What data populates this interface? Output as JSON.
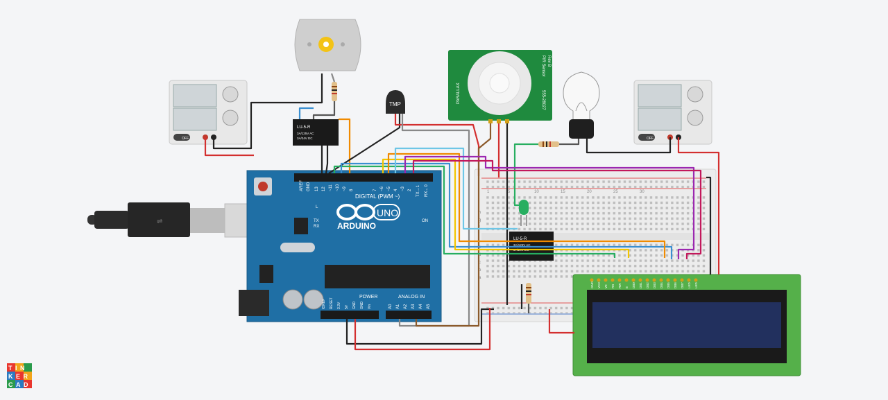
{
  "logo": {
    "line1": "TIN",
    "line2": "KER",
    "line3": "CAD"
  },
  "psu_left": {
    "off_label": "OFF"
  },
  "psu_right": {
    "off_label": "OFF"
  },
  "relay_top": {
    "title": "LU-5-R",
    "line1": "3A/125V AC",
    "line2": "3A/24V DC"
  },
  "relay_board": {
    "title": "LU-5-R",
    "line1": "3A/125V AC",
    "line2": "3A/24V DC"
  },
  "temp_sensor": {
    "label": "TMP"
  },
  "pir": {
    "side_left": "PARALLAX",
    "side_right_a": "PIR Sensor",
    "side_right_b": "Rev B",
    "part": "555-28027"
  },
  "arduino": {
    "brand": "ARDUINO",
    "model": "UNO",
    "digital_label": "DIGITAL (PWM ~)",
    "power_label": "POWER",
    "analog_label": "ANALOG IN",
    "on_label": "ON",
    "led_l": "L",
    "led_tx": "TX",
    "led_rx": "RX",
    "digital_pins": [
      "AREF",
      "GND",
      "13",
      "12",
      "~11",
      "~10",
      "~9",
      "8",
      "7",
      "~6",
      "~5",
      "4",
      "~3",
      "2",
      "TX→1",
      "RX←0"
    ],
    "power_pins": [
      "IOREF",
      "RESET",
      "3.3V",
      "5V",
      "GND",
      "GND",
      "Vin"
    ],
    "analog_pins": [
      "A0",
      "A1",
      "A2",
      "A3",
      "A4",
      "A5"
    ]
  },
  "lcd": {
    "pins": [
      "GND",
      "VCC",
      "V0",
      "RS",
      "RW",
      "E",
      "DB0",
      "DB1",
      "DB2",
      "DB3",
      "DB4",
      "DB5",
      "DB6",
      "DB7",
      "LED",
      "LED"
    ]
  },
  "breadboard": {
    "columns": [
      "1",
      "5",
      "10",
      "15",
      "20",
      "25",
      "30"
    ],
    "rows_top": [
      "j",
      "i",
      "h",
      "g",
      "f"
    ],
    "rows_bottom": [
      "e",
      "d",
      "c",
      "b",
      "a"
    ]
  },
  "colors": {
    "board": "#1f6fa5",
    "lcd_pcb": "#55b04a",
    "lcd_screen": "#22305e",
    "pir_pcb": "#1f8a3e",
    "breadboard": "#f2f2f2"
  }
}
